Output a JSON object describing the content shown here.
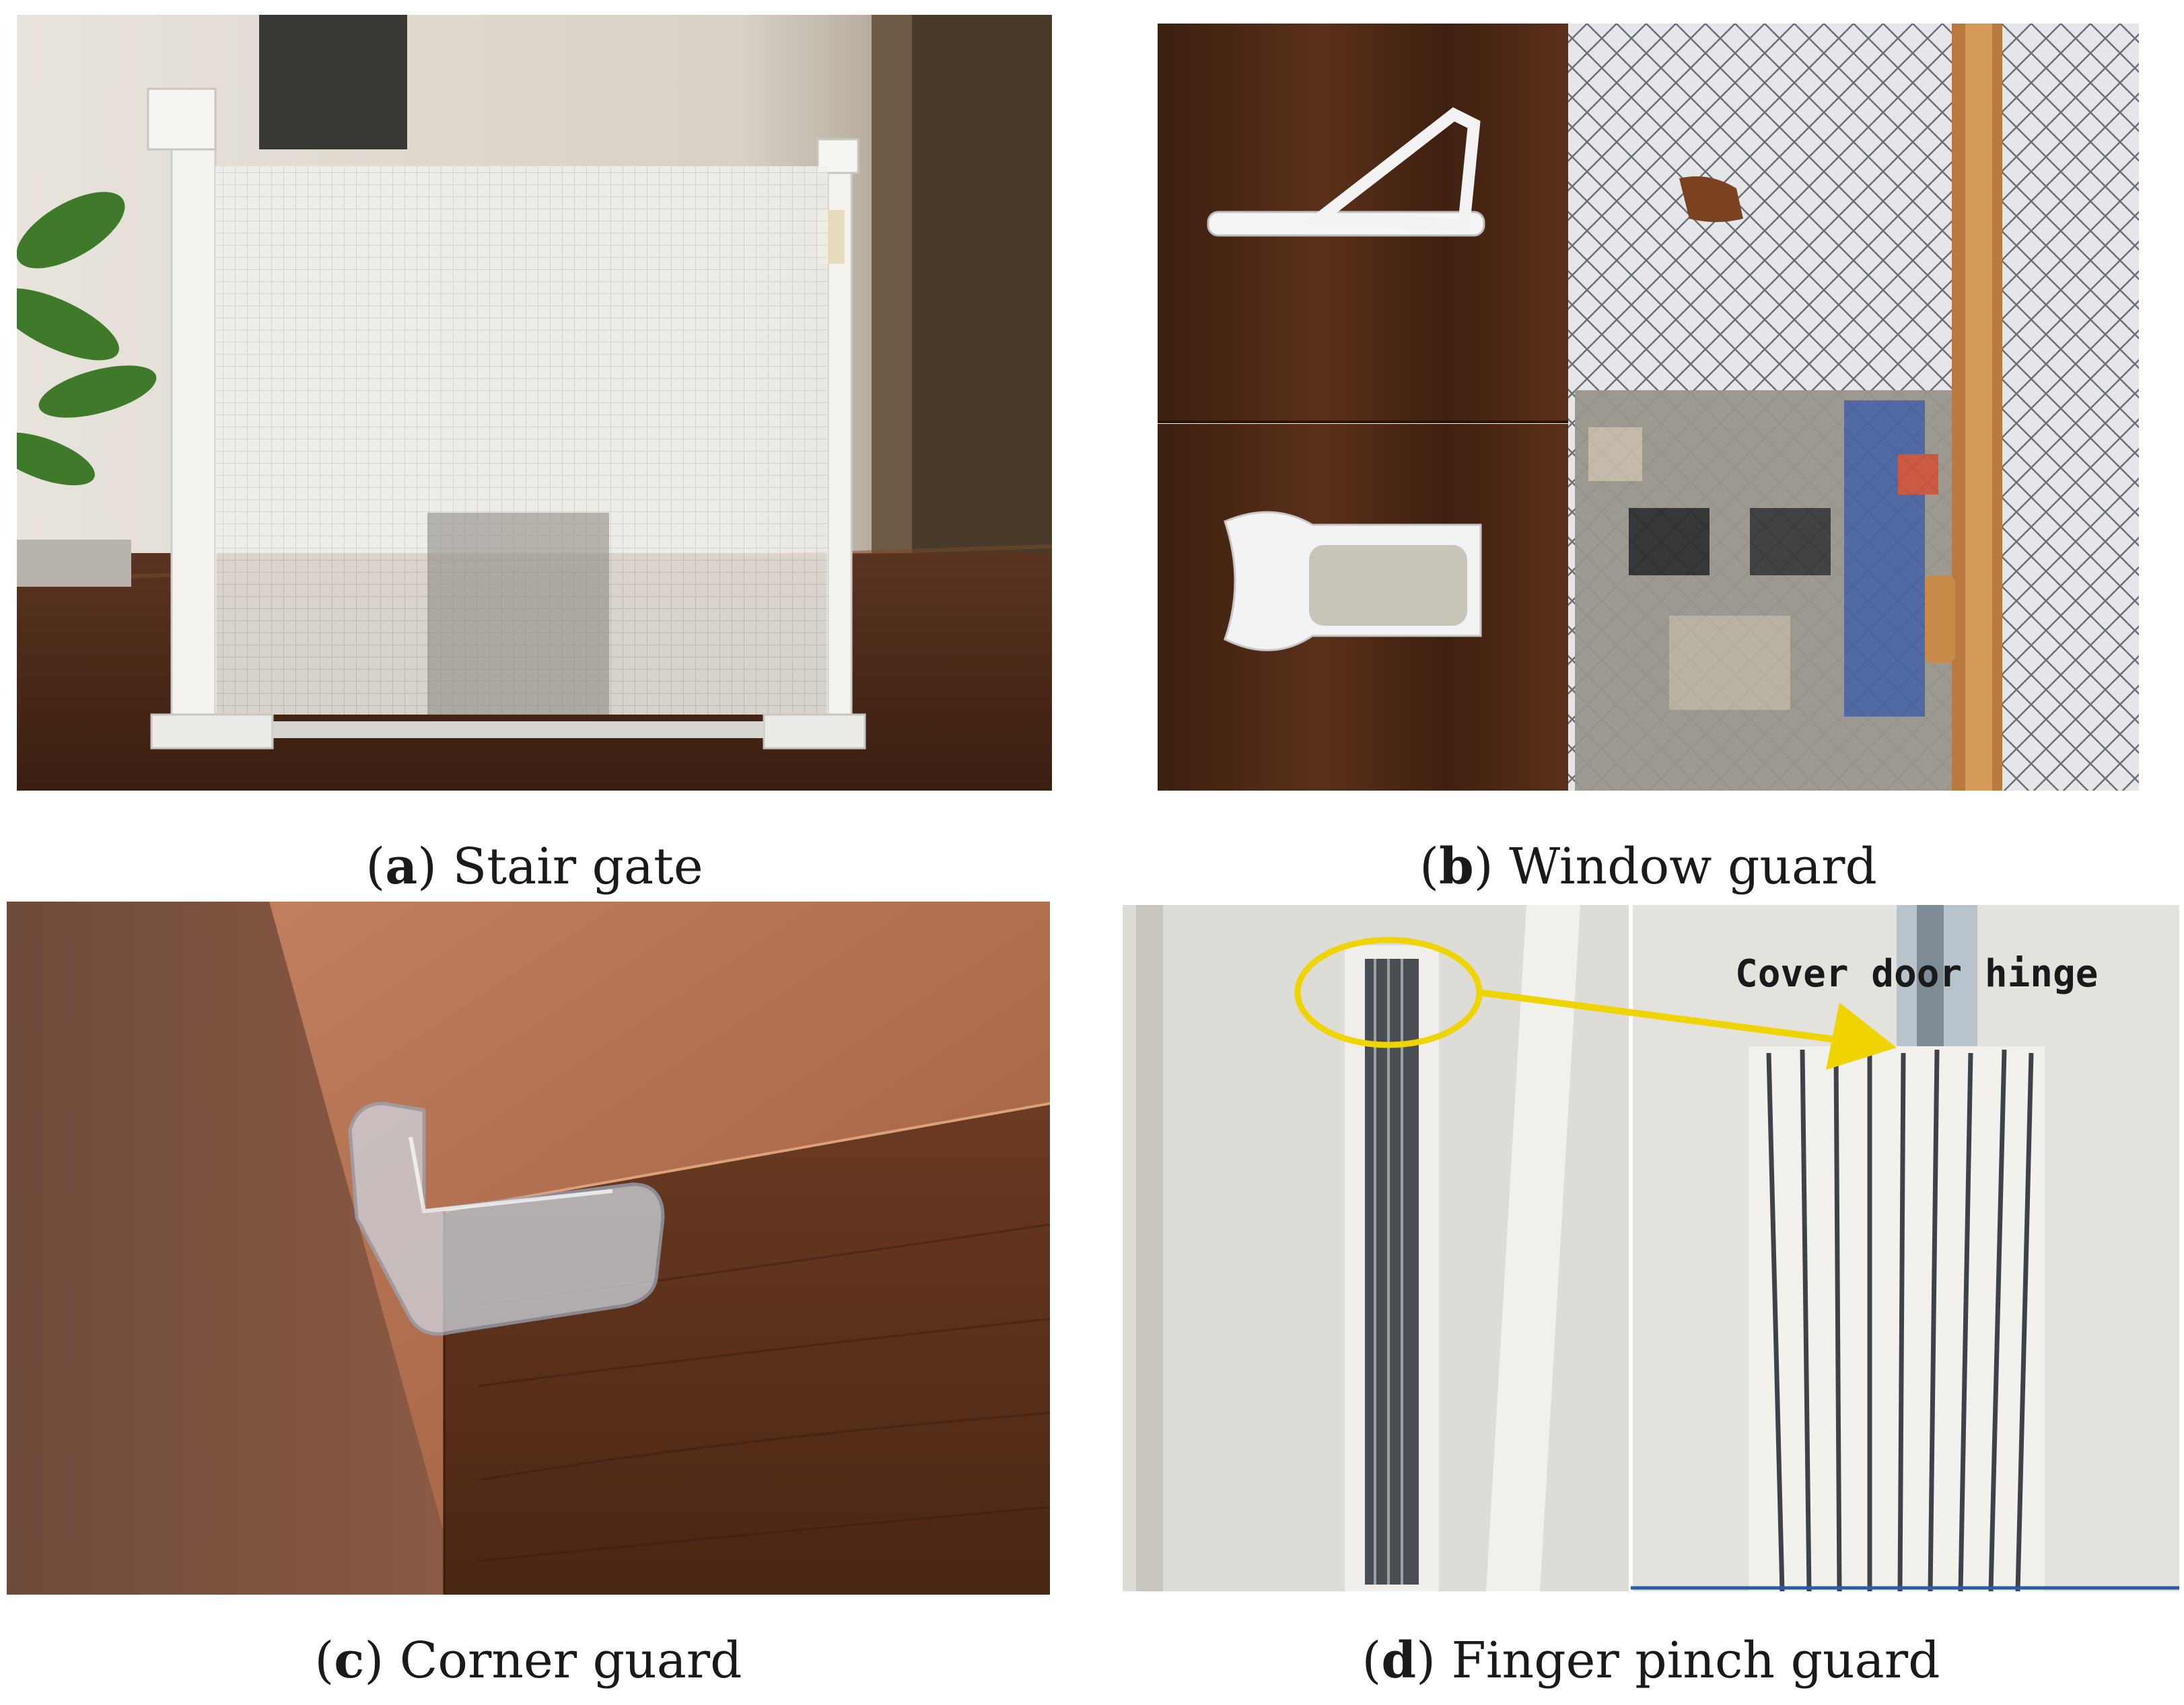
{
  "figure": {
    "panels": [
      {
        "letter": "a",
        "label": "Stair gate"
      },
      {
        "letter": "b",
        "label": "Window guard"
      },
      {
        "letter": "c",
        "label": "Corner guard"
      },
      {
        "letter": "d",
        "label": "Finger pinch guard"
      }
    ],
    "annotation": {
      "text": "Cover door hinge",
      "color": "#f0d400"
    }
  },
  "colors": {
    "wood_dark": "#4a2614",
    "wood_mid": "#6b3a22",
    "wall": "#e9e6e1",
    "annotation": "#f0d400"
  }
}
